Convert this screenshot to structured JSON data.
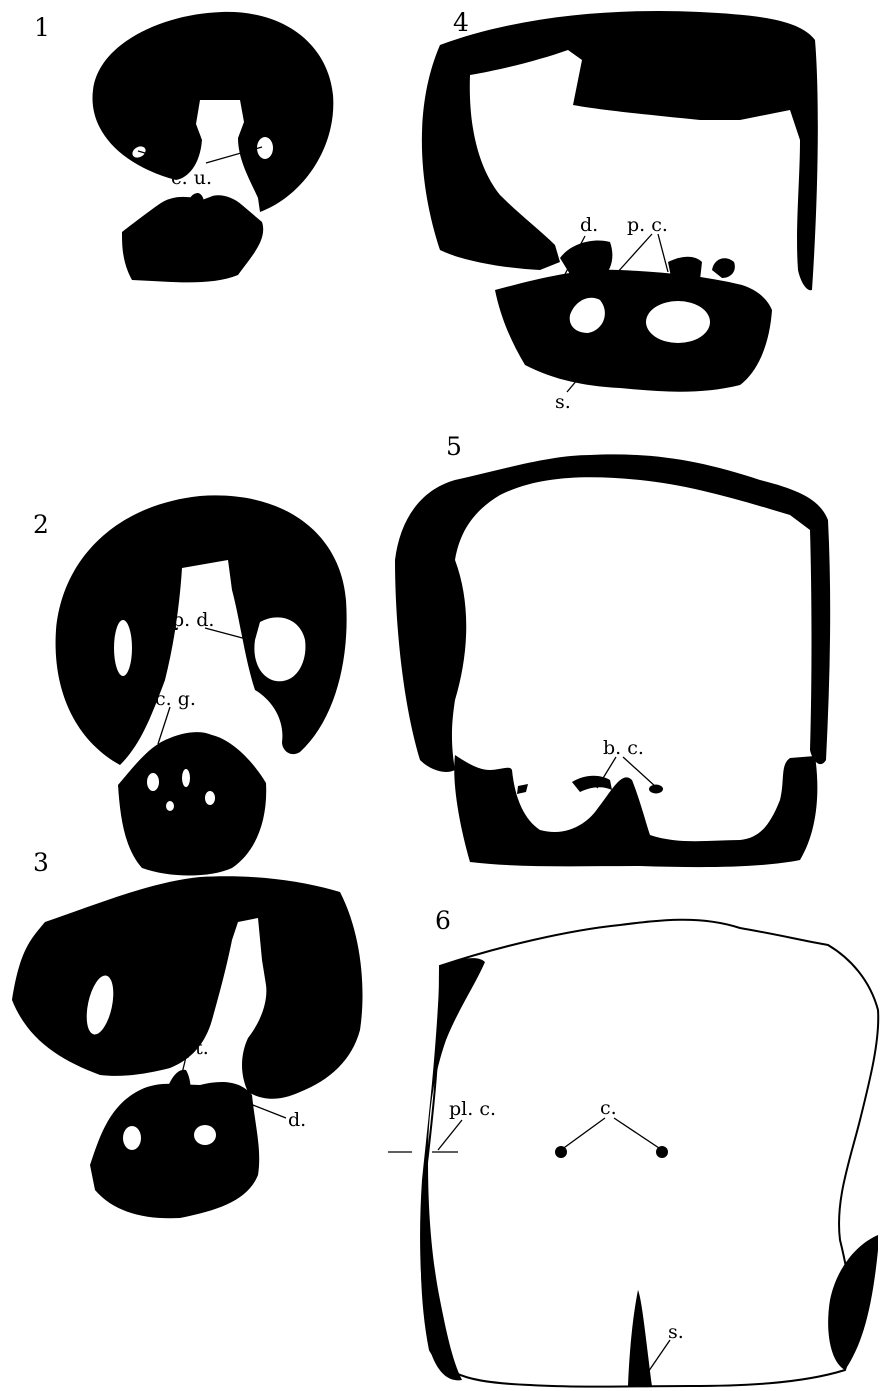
{
  "plate": {
    "figure_numbers": [
      "1",
      "2",
      "3",
      "4",
      "5",
      "6"
    ],
    "labels": {
      "fig1_cu": "c. u.",
      "fig2_pd": "p. d.",
      "fig2_cg": "c. g.",
      "fig3_sept": "sept.",
      "fig3_d": "d.",
      "fig4_d": "d.",
      "fig4_pc": "p. c.",
      "fig4_s": "s.",
      "fig5_bc": "b. c.",
      "fig6_plc": "pl. c.",
      "fig6_c": "c.",
      "fig6_s": "s."
    }
  }
}
